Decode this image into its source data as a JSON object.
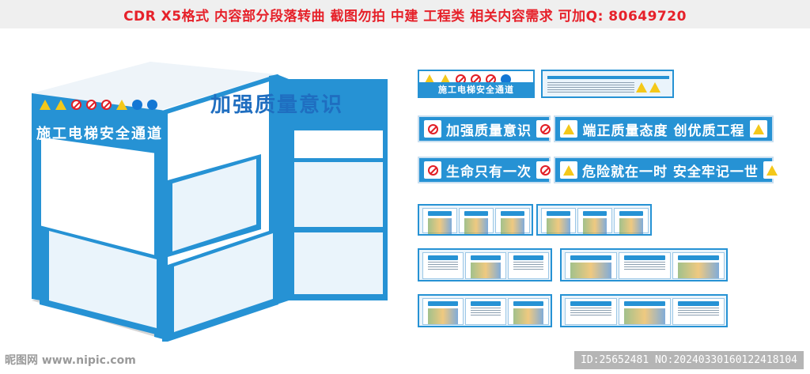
{
  "header": {
    "text": "CDR X5格式 内容部分段落转曲 截图勿拍 中建 工程类 相关内容需求 可加Q: 80649720"
  },
  "booth": {
    "side_title": "施工电梯安全通道",
    "front_title": "加强质量意识"
  },
  "banners": {
    "top_left": "施工电梯安全通道",
    "slogan_1": "加强质量意识",
    "slogan_2": "端正质量态度 创优质工程",
    "slogan_3": "生命只有一次",
    "slogan_4": "危险就在一时 安全牢记一世"
  },
  "watermark": {
    "site": "昵图网 www.nipic.com",
    "id": "ID:25652481 NO:20240330160122418104"
  },
  "colors": {
    "accent": "#2692d4",
    "header_text": "#e6212a",
    "warning": "#f4c81a",
    "prohibition": "#e21f26"
  }
}
